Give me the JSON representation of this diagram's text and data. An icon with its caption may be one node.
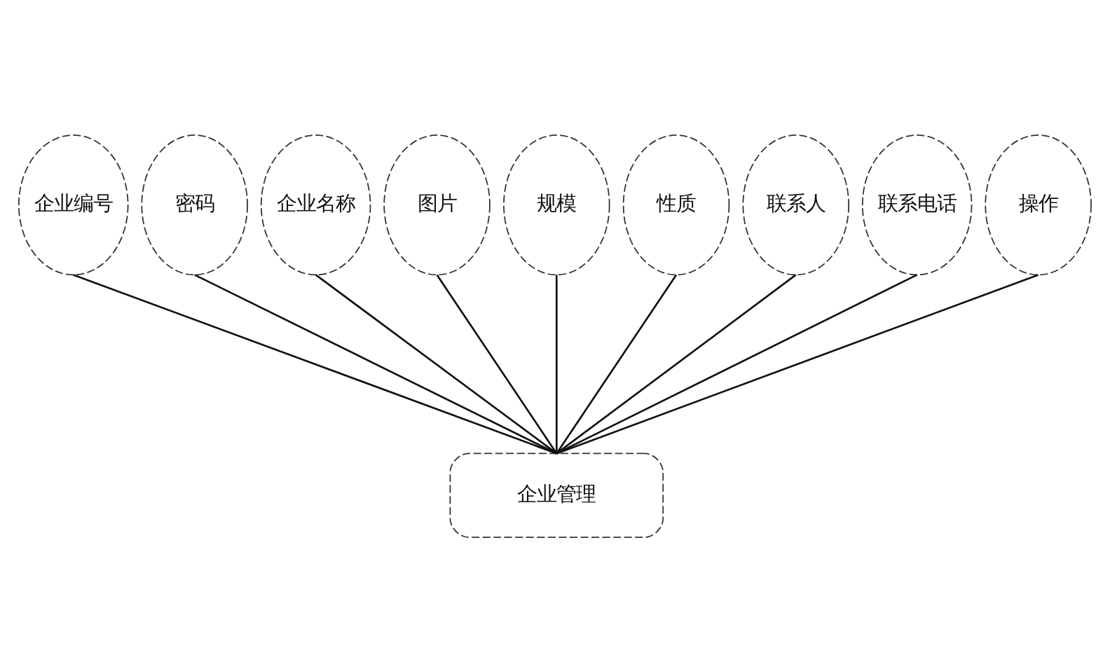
{
  "diagram": {
    "nodes": [
      {
        "text": [
          "企业编号"
        ]
      },
      {
        "text": [
          "密码"
        ]
      },
      {
        "text": [
          "企业名称"
        ]
      },
      {
        "text": [
          "图片"
        ]
      },
      {
        "text": [
          "规模"
        ]
      },
      {
        "text": [
          "性质"
        ]
      },
      {
        "text": [
          "联系人"
        ]
      },
      {
        "text": [
          "联系电话"
        ]
      },
      {
        "text": [
          "操作"
        ]
      },
      {
        "text": [
          "企业管理"
        ]
      }
    ],
    "edges": [
      {
        "from": 9,
        "to": 0,
        "arrow": "none"
      },
      {
        "from": 9,
        "to": 1,
        "arrow": "none"
      },
      {
        "from": 9,
        "to": 2,
        "arrow": "none"
      },
      {
        "from": 9,
        "to": 3,
        "arrow": "none"
      },
      {
        "from": 9,
        "to": 4,
        "arrow": "none"
      },
      {
        "from": 9,
        "to": 5,
        "arrow": "none"
      },
      {
        "from": 9,
        "to": 6,
        "arrow": "none"
      },
      {
        "from": 9,
        "to": 7,
        "arrow": "none"
      },
      {
        "from": 9,
        "to": 8,
        "arrow": "none"
      }
    ]
  }
}
